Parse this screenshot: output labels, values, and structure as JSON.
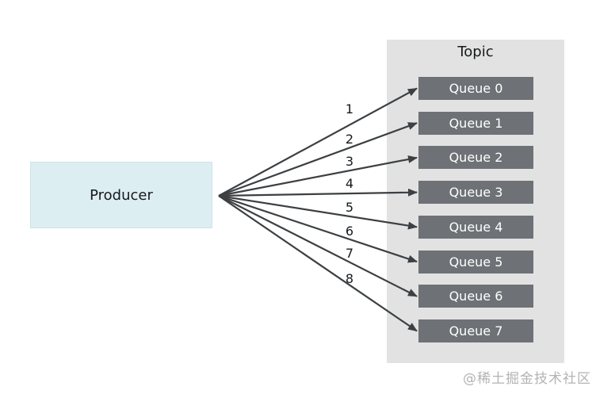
{
  "diagram": {
    "producer": {
      "label": "Producer"
    },
    "topic": {
      "title": "Topic",
      "queues": [
        {
          "label": "Queue 0"
        },
        {
          "label": "Queue 1"
        },
        {
          "label": "Queue 2"
        },
        {
          "label": "Queue 3"
        },
        {
          "label": "Queue 4"
        },
        {
          "label": "Queue 5"
        },
        {
          "label": "Queue 6"
        },
        {
          "label": "Queue 7"
        }
      ]
    },
    "connections": [
      {
        "label": "1",
        "from": "Producer",
        "to": "Queue 0"
      },
      {
        "label": "2",
        "from": "Producer",
        "to": "Queue 1"
      },
      {
        "label": "3",
        "from": "Producer",
        "to": "Queue 2"
      },
      {
        "label": "4",
        "from": "Producer",
        "to": "Queue 3"
      },
      {
        "label": "5",
        "from": "Producer",
        "to": "Queue 4"
      },
      {
        "label": "6",
        "from": "Producer",
        "to": "Queue 5"
      },
      {
        "label": "7",
        "from": "Producer",
        "to": "Queue 6"
      },
      {
        "label": "8",
        "from": "Producer",
        "to": "Queue 7"
      }
    ],
    "watermark": "@稀土掘金技术社区",
    "colors": {
      "producer_fill": "#ddeef3",
      "topic_fill": "#e2e2e2",
      "queue_fill": "#6e7175",
      "queue_text": "#ffffff",
      "arrow": "#3c4043",
      "label_text": "#17191b",
      "watermark_text": "#b3b3b3"
    }
  }
}
